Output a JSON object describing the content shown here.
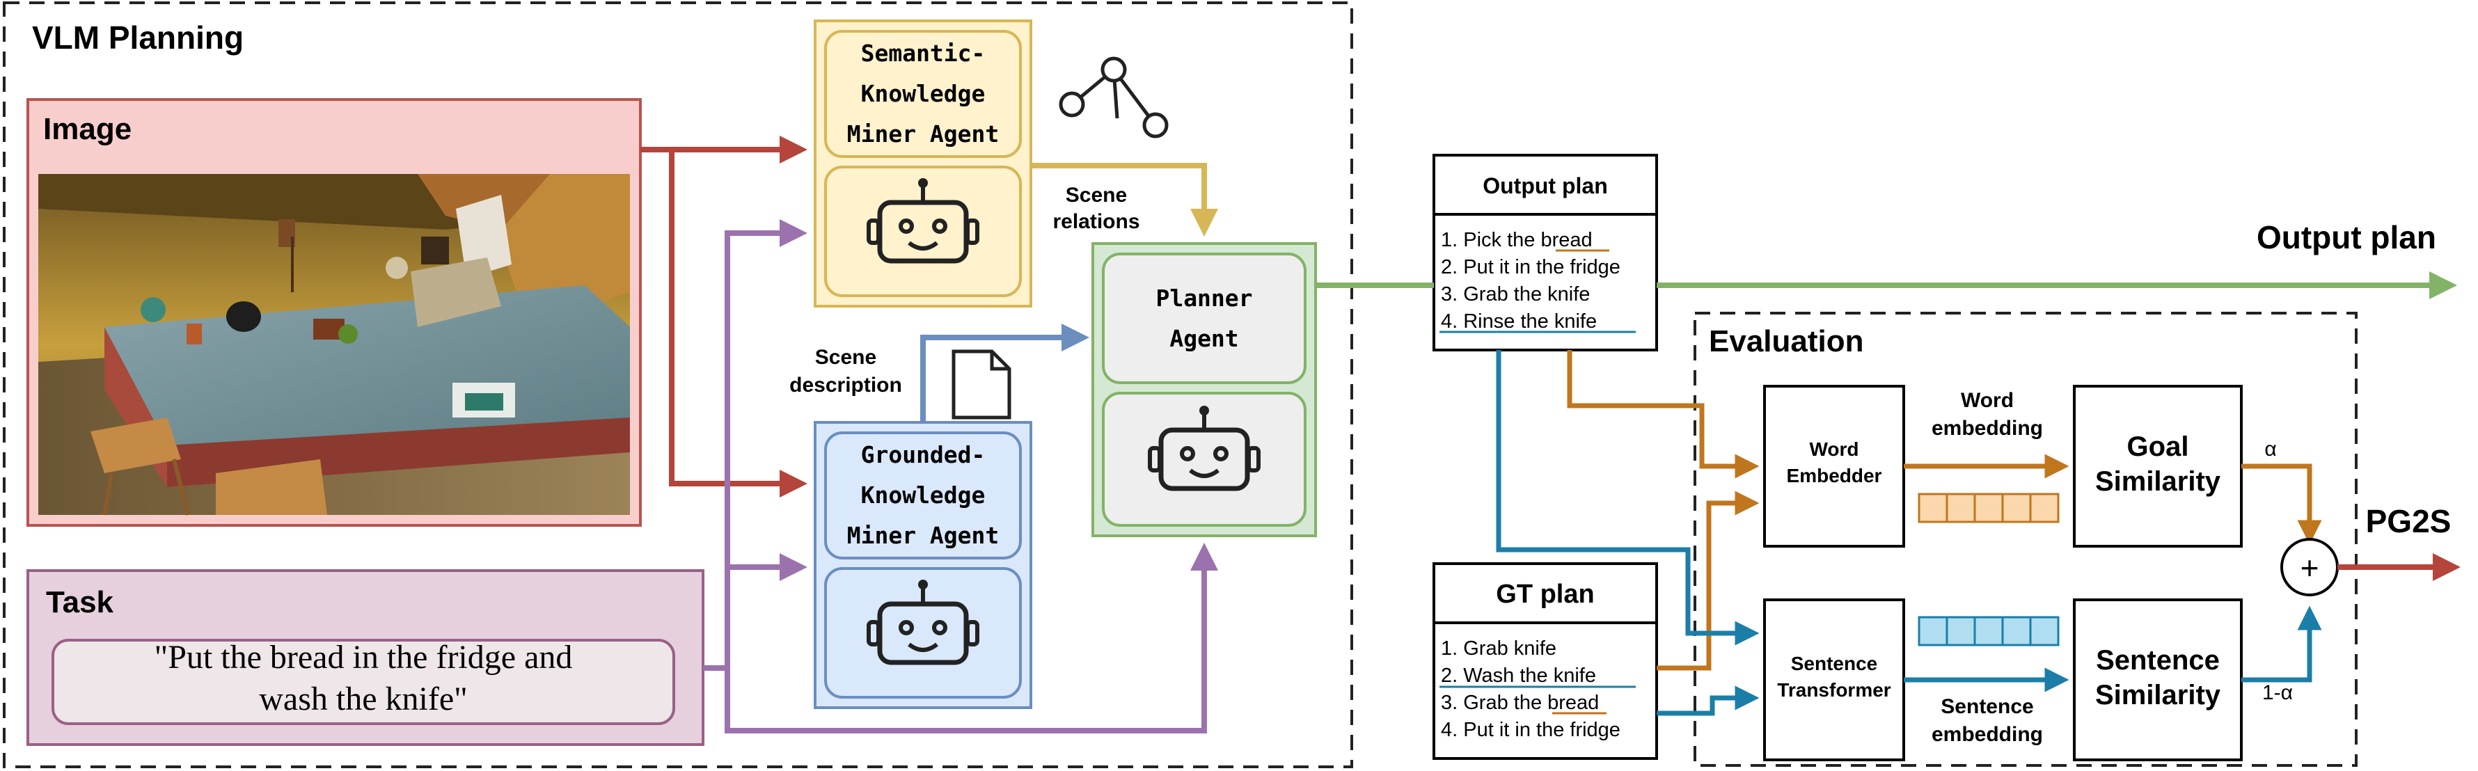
{
  "vlm_section": {
    "title": "VLM Planning"
  },
  "image_panel": {
    "title": "Image"
  },
  "task_panel": {
    "title": "Task",
    "quote_line1": "\"Put the bread in the fridge and",
    "quote_line2": "wash the knife\""
  },
  "semantic_agent": {
    "line1": "Semantic-",
    "line2": "Knowledge",
    "line3": "Miner Agent"
  },
  "grounded_agent": {
    "line1": "Grounded-",
    "line2": "Knowledge",
    "line3": "Miner Agent"
  },
  "planner_agent": {
    "line1": "Planner",
    "line2": "Agent"
  },
  "scene_relations": {
    "line1": "Scene",
    "line2": "relations"
  },
  "scene_description": {
    "line1": "Scene",
    "line2": "description"
  },
  "output_plan_box": {
    "title": "Output plan",
    "items": [
      "1. Pick the bread",
      "2. Put it in the fridge",
      "3. Grab the knife",
      "4. Rinse the knife"
    ]
  },
  "output_plan_label": "Output plan",
  "gt_plan_box": {
    "title": "GT plan",
    "items": [
      "1. Grab knife",
      "2. Wash the knife",
      "3. Grab the bread",
      "4. Put it in the fridge"
    ]
  },
  "evaluation": {
    "title": "Evaluation"
  },
  "word_embedder": {
    "line1": "Word",
    "line2": "Embedder"
  },
  "word_embedding": {
    "line1": "Word",
    "line2": "embedding"
  },
  "goal_similarity": {
    "line1": "Goal",
    "line2": "Similarity"
  },
  "sentence_transformer": {
    "line1": "Sentence",
    "line2": "Transformer"
  },
  "sentence_embedding": {
    "line1": "Sentence",
    "line2": "embedding"
  },
  "sentence_similarity": {
    "line1": "Sentence",
    "line2": "Similarity"
  },
  "alpha_label": "α",
  "one_minus_alpha_label": "1-α",
  "plus_symbol": "+",
  "pg2s_label": "PG2S",
  "colors": {
    "red": "#b5443a",
    "purple": "#9b72ad",
    "yellow": "#d6b656",
    "blue": "#6c8ebf",
    "green": "#82b366",
    "orange": "#c0761d",
    "teal": "#1b7ea8",
    "pink_fill": "#f8cecc",
    "purple_fill": "#e6d0de",
    "yellow_fill": "#fff2cc",
    "blue_fill": "#dae8fc",
    "green_fill": "#d5e8d4"
  },
  "icons": [
    "graph-icon",
    "document-icon",
    "robot-icon"
  ]
}
